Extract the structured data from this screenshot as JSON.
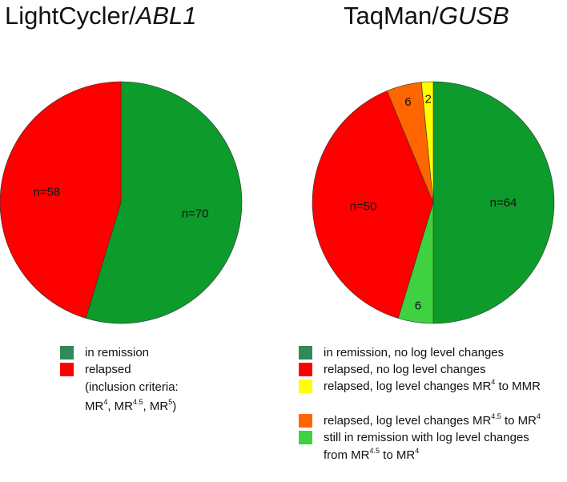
{
  "titles": {
    "left": {
      "plain": "LightCycler/",
      "italic": "ABL1"
    },
    "right": {
      "plain": "TaqMan/",
      "italic": "GUSB"
    }
  },
  "chart_data": [
    {
      "type": "pie",
      "title": "LightCycler/ABL1",
      "slices": [
        {
          "category": "in remission",
          "value": 70,
          "label": "n=70",
          "color": "#0d9b2c"
        },
        {
          "category": "relapsed",
          "value": 58,
          "label": "n=58",
          "color": "#ff0000"
        }
      ]
    },
    {
      "type": "pie",
      "title": "TaqMan/GUSB",
      "slices": [
        {
          "category": "in remission, no log level changes",
          "value": 64,
          "label": "n=64",
          "color": "#0d9b2c"
        },
        {
          "category": "still in remission with log level changes from MR4.5 to MR4",
          "value": 6,
          "label": "6",
          "color": "#3fd13f"
        },
        {
          "category": "relapsed, no log level changes",
          "value": 50,
          "label": "n=50",
          "color": "#ff0000"
        },
        {
          "category": "relapsed, log level changes MR4.5 to MR4",
          "value": 6,
          "label": "6",
          "color": "#ff6600"
        },
        {
          "category": "relapsed, log level changes MR4 to MMR",
          "value": 2,
          "label": "2",
          "color": "#ffff00"
        }
      ]
    }
  ],
  "legend_left": {
    "items": [
      {
        "label": "in remission",
        "color": "#2e8b57"
      },
      {
        "label": "relapsed",
        "color": "#ff0000"
      }
    ],
    "note_line1": "(inclusion criteria:",
    "note_line2": {
      "a": "MR",
      "a_sup": "4",
      "b": ", MR",
      "b_sup": "4.5",
      "c": ", MR",
      "c_sup": "5",
      "d": ")"
    }
  },
  "legend_right": {
    "item1": {
      "label": "in remission, no log level changes",
      "color": "#2e8b57"
    },
    "item2": {
      "label": "relapsed, no log level changes",
      "color": "#ff0000"
    },
    "item3": {
      "pre": "relapsed, log level changes MR",
      "sup": "4",
      "post": " to MMR",
      "color": "#ffff00"
    },
    "item4": {
      "pre": "relapsed, log level changes MR",
      "sup": "4.5",
      "mid": " to MR",
      "sup2": "4",
      "color": "#ff6600"
    },
    "item5": {
      "label": "still in remission with log level changes",
      "color": "#3fd13f"
    },
    "item5_line2": {
      "pre": "from MR",
      "sup": "4.5",
      "mid": " to MR",
      "sup2": "4"
    }
  }
}
